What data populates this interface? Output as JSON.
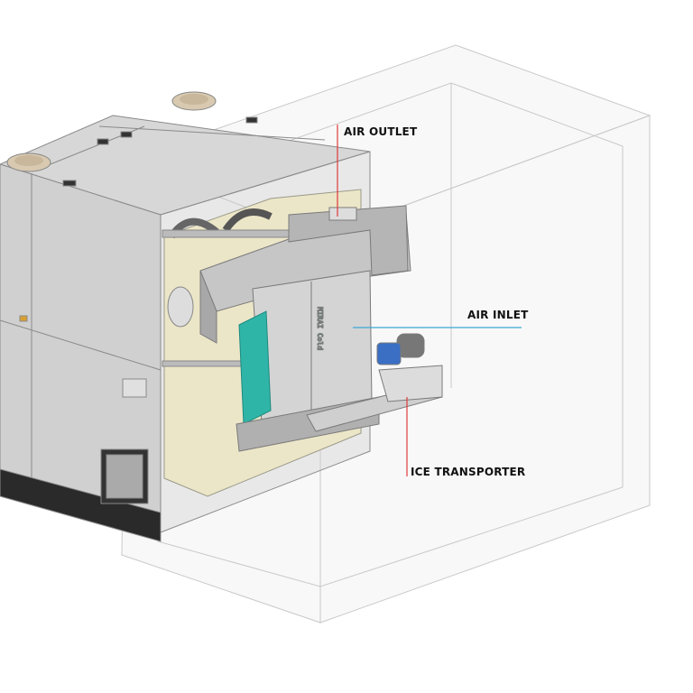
{
  "diagram": {
    "labels": {
      "air_outlet": "AIR OUTLET",
      "air_inlet": "AIR INLET",
      "ice_transporter": "ICE TRANSPORTER"
    },
    "machine_brand": "MIRAI Cold",
    "colors": {
      "outlet_line": "#e03a3a",
      "inlet_line": "#3aa6d8",
      "transporter_line": "#e03a3a",
      "teal_panel": "#2fb5a8",
      "motor": "#3a6fc4"
    }
  }
}
